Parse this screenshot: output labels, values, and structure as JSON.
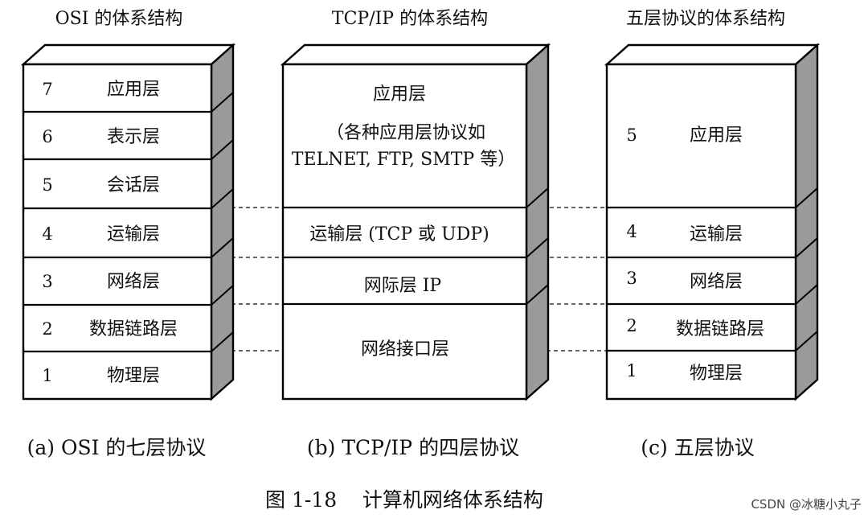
{
  "stacks": [
    {
      "heading": "OSI 的体系结构",
      "caption": "(a) OSI 的七层协议",
      "layers": [
        {
          "num": "7",
          "name": "应用层"
        },
        {
          "num": "6",
          "name": "表示层"
        },
        {
          "num": "5",
          "name": "会话层"
        },
        {
          "num": "4",
          "name": "运输层"
        },
        {
          "num": "3",
          "name": "网络层"
        },
        {
          "num": "2",
          "name": "数据链路层"
        },
        {
          "num": "1",
          "name": "物理层"
        }
      ]
    },
    {
      "heading": "TCP/IP 的体系结构",
      "caption": "(b) TCP/IP 的四层协议",
      "layers": [
        {
          "lines": [
            "应用层",
            "（各种应用层协议如",
            "TELNET, FTP, SMTP 等）"
          ]
        },
        {
          "lines": [
            "运输层 (TCP 或 UDP)"
          ]
        },
        {
          "lines": [
            "网际层 IP"
          ]
        },
        {
          "lines": [
            "网络接口层"
          ]
        }
      ]
    },
    {
      "heading": "五层协议的体系结构",
      "caption": "(c)  五层协议",
      "layers": [
        {
          "num": "5",
          "name": "应用层"
        },
        {
          "num": "4",
          "name": "运输层"
        },
        {
          "num": "3",
          "name": "网络层"
        },
        {
          "num": "2",
          "name": "数据链路层"
        },
        {
          "num": "1",
          "name": "物理层"
        }
      ]
    }
  ],
  "figure_title": "图 1-18    计算机网络体系结构",
  "watermark": "CSDN @冰糖小丸子"
}
